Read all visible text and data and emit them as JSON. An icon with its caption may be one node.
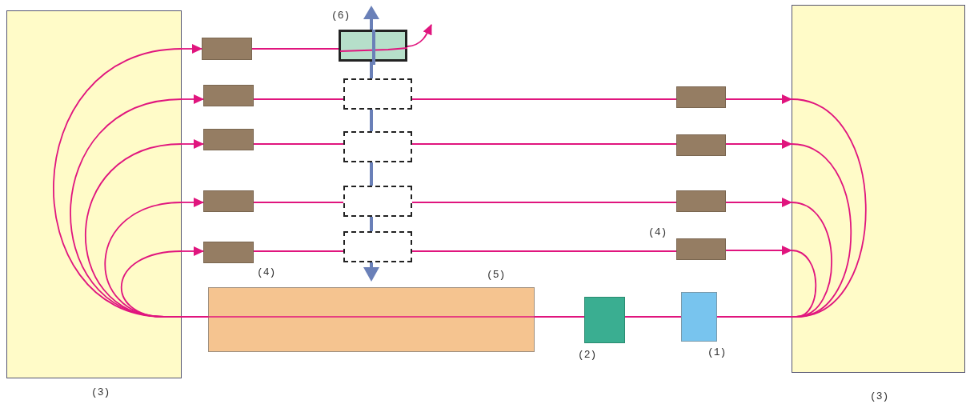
{
  "diagram": {
    "nodes": [
      {
        "text": [],
        "shape": "box",
        "beside": [
          "(3)"
        ]
      },
      {
        "text": [],
        "shape": "box",
        "beside": [
          "(3)"
        ]
      },
      {
        "text": [],
        "shape": "box"
      },
      {
        "text": [],
        "shape": "box"
      },
      {
        "text": [],
        "shape": "box"
      },
      {
        "text": [],
        "shape": "box"
      },
      {
        "text": [],
        "shape": "box",
        "beside": [
          "(4)"
        ]
      },
      {
        "text": [],
        "shape": "box",
        "beside": [
          "(6)"
        ]
      },
      {
        "text": [],
        "shape": "box"
      },
      {
        "text": [],
        "shape": "box"
      },
      {
        "text": [],
        "shape": "box"
      },
      {
        "text": [],
        "shape": "box"
      },
      {
        "text": [],
        "shape": "box"
      },
      {
        "text": [],
        "shape": "box"
      },
      {
        "text": [],
        "shape": "box"
      },
      {
        "text": [],
        "shape": "box",
        "beside": [
          "(4)"
        ]
      },
      {
        "text": [],
        "shape": "box",
        "beside": [
          "(5)"
        ]
      },
      {
        "text": [],
        "shape": "box",
        "beside": [
          "(2)"
        ]
      },
      {
        "text": [],
        "shape": "box",
        "beside": [
          "(1)"
        ]
      }
    ],
    "edges": [
      {
        "from": 16,
        "to": 0,
        "arrow": "none"
      },
      {
        "from": 0,
        "to": 2,
        "arrow": "to"
      },
      {
        "from": 0,
        "to": 3,
        "arrow": "to"
      },
      {
        "from": 0,
        "to": 4,
        "arrow": "to"
      },
      {
        "from": 0,
        "to": 5,
        "arrow": "to"
      },
      {
        "from": 0,
        "to": 6,
        "arrow": "to"
      },
      {
        "from": 2,
        "to": 7,
        "arrow": "none"
      },
      {
        "from": 7,
        "to": null,
        "arrow": "to"
      },
      {
        "from": 3,
        "to": 8,
        "arrow": "none"
      },
      {
        "from": 8,
        "to": 12,
        "arrow": "none"
      },
      {
        "from": 4,
        "to": 9,
        "arrow": "none"
      },
      {
        "from": 9,
        "to": 13,
        "arrow": "none"
      },
      {
        "from": 5,
        "to": 10,
        "arrow": "none"
      },
      {
        "from": 10,
        "to": 14,
        "arrow": "none"
      },
      {
        "from": 6,
        "to": 11,
        "arrow": "none"
      },
      {
        "from": 11,
        "to": 15,
        "arrow": "none"
      },
      {
        "from": 12,
        "to": 1,
        "arrow": "to"
      },
      {
        "from": 13,
        "to": 1,
        "arrow": "to"
      },
      {
        "from": 14,
        "to": 1,
        "arrow": "to"
      },
      {
        "from": 15,
        "to": 1,
        "arrow": "to"
      },
      {
        "from": 1,
        "to": 18,
        "arrow": "none"
      },
      {
        "from": 18,
        "to": 17,
        "arrow": "none"
      },
      {
        "from": 17,
        "to": 16,
        "arrow": "none"
      }
    ]
  }
}
